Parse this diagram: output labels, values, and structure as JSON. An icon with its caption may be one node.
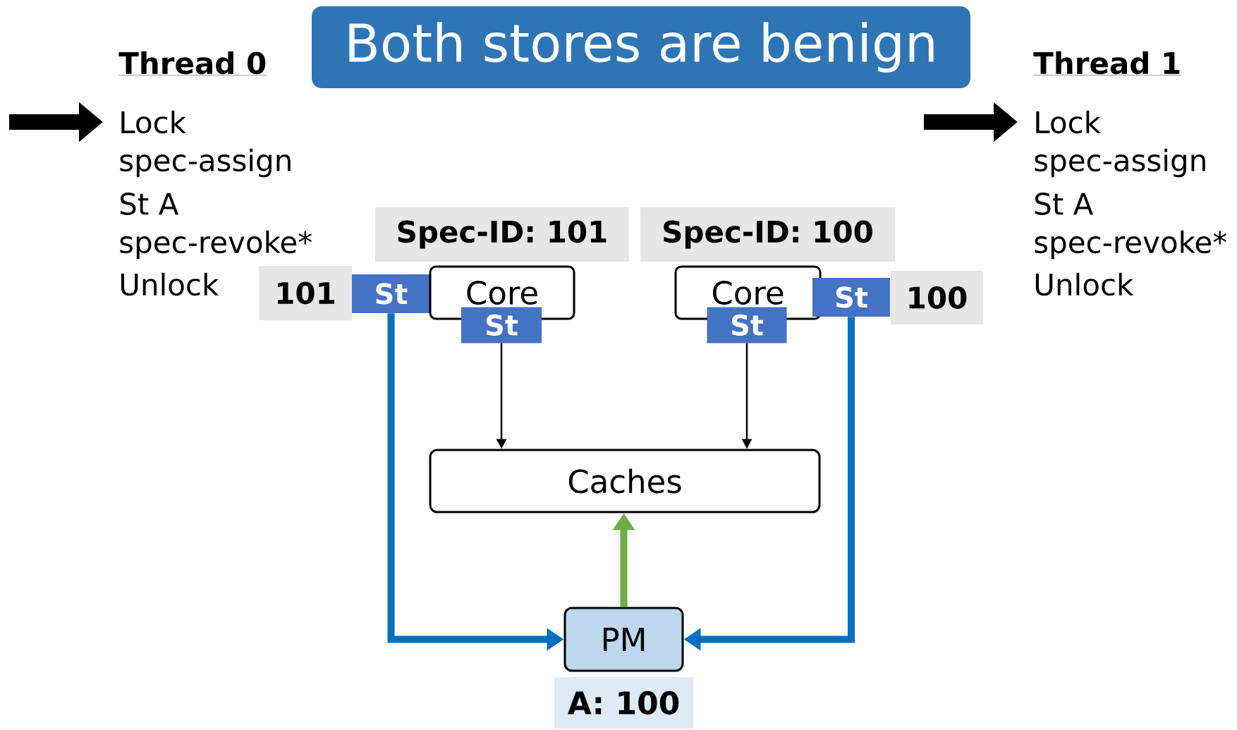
{
  "diagram": {
    "title": "Both stores are benign",
    "nodes": [
      {
        "text": [
          "Lock"
        ]
      },
      {
        "text": [
          "Lock"
        ]
      },
      {
        "text": [
          "Spec-ID: 101"
        ]
      },
      {
        "text": [
          "Spec-ID: 100"
        ]
      },
      {
        "text": [
          "101"
        ]
      },
      {
        "text": [
          "St"
        ]
      },
      {
        "text": [
          "Core"
        ]
      },
      {
        "text": [
          "St"
        ]
      },
      {
        "text": [
          "Core"
        ]
      },
      {
        "text": [
          "St"
        ]
      },
      {
        "text": [
          "St"
        ]
      },
      {
        "text": [
          "100"
        ]
      },
      {
        "text": [
          "Caches"
        ]
      },
      {
        "text": [
          "PM"
        ]
      },
      {
        "text": [
          "A: 100"
        ]
      }
    ],
    "edges": [
      {
        "from": null,
        "to": 0,
        "arrow": "to",
        "style": "thick"
      },
      {
        "from": null,
        "to": 1,
        "arrow": "to",
        "style": "thick"
      },
      {
        "from": 7,
        "to": 12,
        "arrow": "to"
      },
      {
        "from": 9,
        "to": 12,
        "arrow": "to"
      },
      {
        "from": 5,
        "to": 13,
        "arrow": "to",
        "color": "#0070c0"
      },
      {
        "from": 10,
        "to": 13,
        "arrow": "to",
        "color": "#0070c0"
      },
      {
        "from": 13,
        "to": 12,
        "arrow": "to",
        "color": "#70ad47"
      }
    ],
    "labels": [
      "Thread 0",
      "spec-assign",
      "St A",
      "spec-revoke*",
      "Unlock",
      "Thread 1",
      "spec-assign",
      "St A",
      "spec-revoke*",
      "Unlock"
    ]
  }
}
